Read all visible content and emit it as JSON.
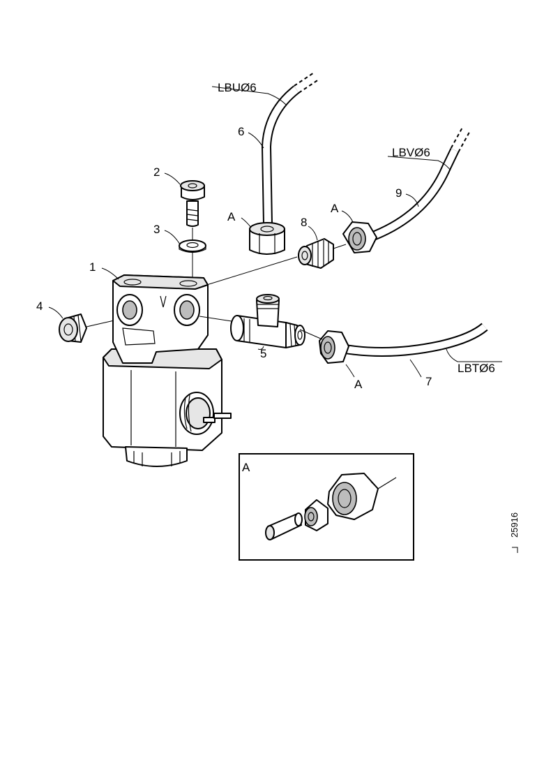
{
  "callouts": {
    "pipe_lbu": "LBUØ6",
    "pipe_lbv": "LBVØ6",
    "pipe_lbt": "LBTØ6",
    "n1": "1",
    "n2": "2",
    "n3": "3",
    "n4": "4",
    "n5": "5",
    "n6": "6",
    "n7": "7",
    "n8": "8",
    "n9": "9",
    "a_top": "A",
    "a_right": "A",
    "a_bottom": "A"
  },
  "detail": {
    "title": "A"
  },
  "figure_code": "25916"
}
